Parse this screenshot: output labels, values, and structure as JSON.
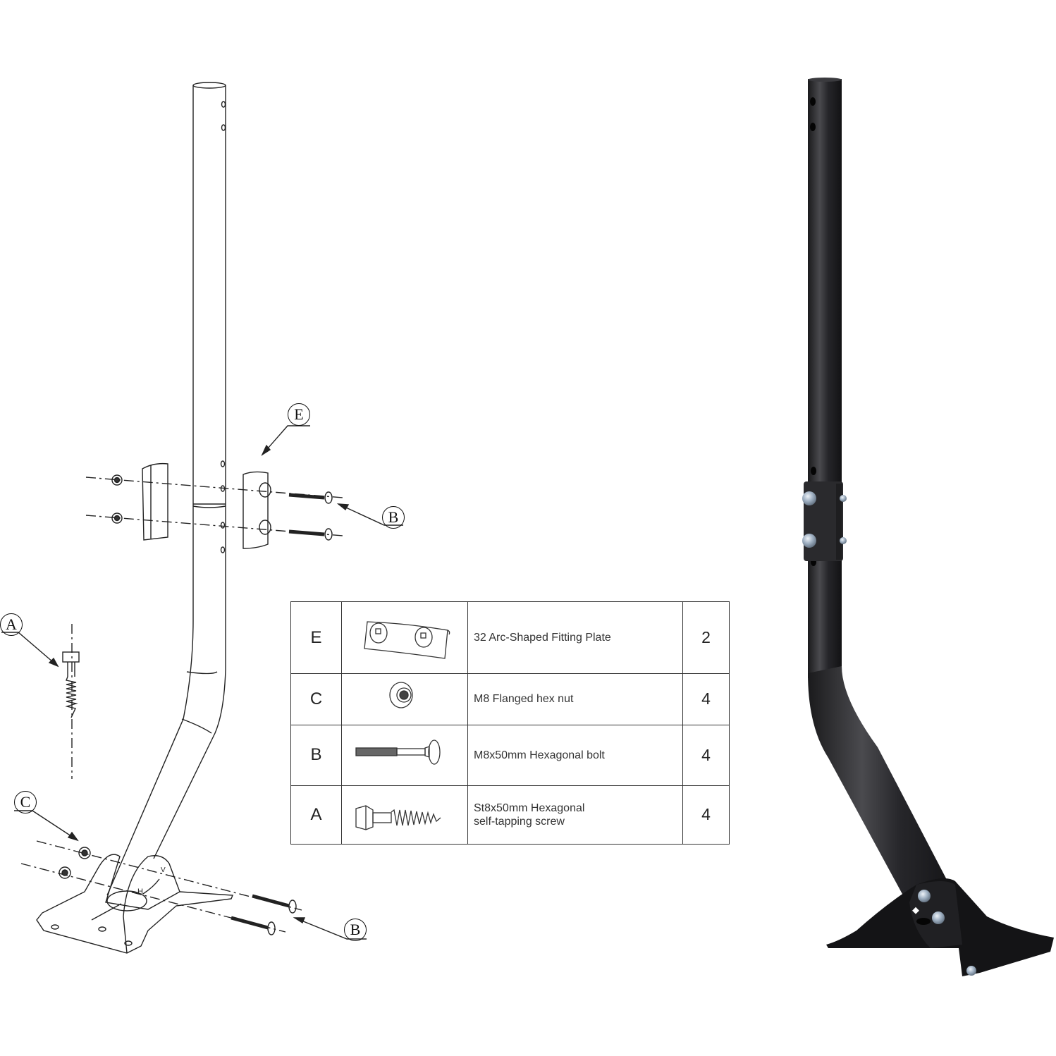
{
  "diagram": {
    "type": "product-assembly-diagram",
    "left_panel": "exploded line drawing of J-pole mount",
    "right_panel": "photo of assembled black J-pole mount",
    "callouts": [
      {
        "id": "E",
        "label": "E",
        "target": "arc-shaped fitting plate"
      },
      {
        "id": "B1",
        "label": "B",
        "target": "upper bolts"
      },
      {
        "id": "A",
        "label": "A",
        "target": "self-tapping screw"
      },
      {
        "id": "C",
        "label": "C",
        "target": "base nuts"
      },
      {
        "id": "B2",
        "label": "B",
        "target": "base bolts"
      }
    ]
  },
  "parts_table": {
    "rows": [
      {
        "letter": "E",
        "description": "32 Arc-Shaped Fitting Plate",
        "qty": "2",
        "icon": "arc-plate-icon"
      },
      {
        "letter": "C",
        "description": "M8 Flanged hex nut",
        "qty": "4",
        "icon": "flanged-nut-icon"
      },
      {
        "letter": "B",
        "description": "M8x50mm Hexagonal bolt",
        "qty": "4",
        "icon": "bolt-icon"
      },
      {
        "letter": "A",
        "description": "St8x50mm Hexagonal self-tapping screw",
        "description_lines": [
          "St8x50mm Hexagonal",
          "self-tapping screw"
        ],
        "qty": "4",
        "icon": "lag-screw-icon"
      }
    ]
  },
  "colors": {
    "line": "#222222",
    "pole_black": "#1c1c1e",
    "pole_highlight": "#4a4a4e",
    "zinc": "#b8c4d0",
    "background": "#ffffff"
  }
}
